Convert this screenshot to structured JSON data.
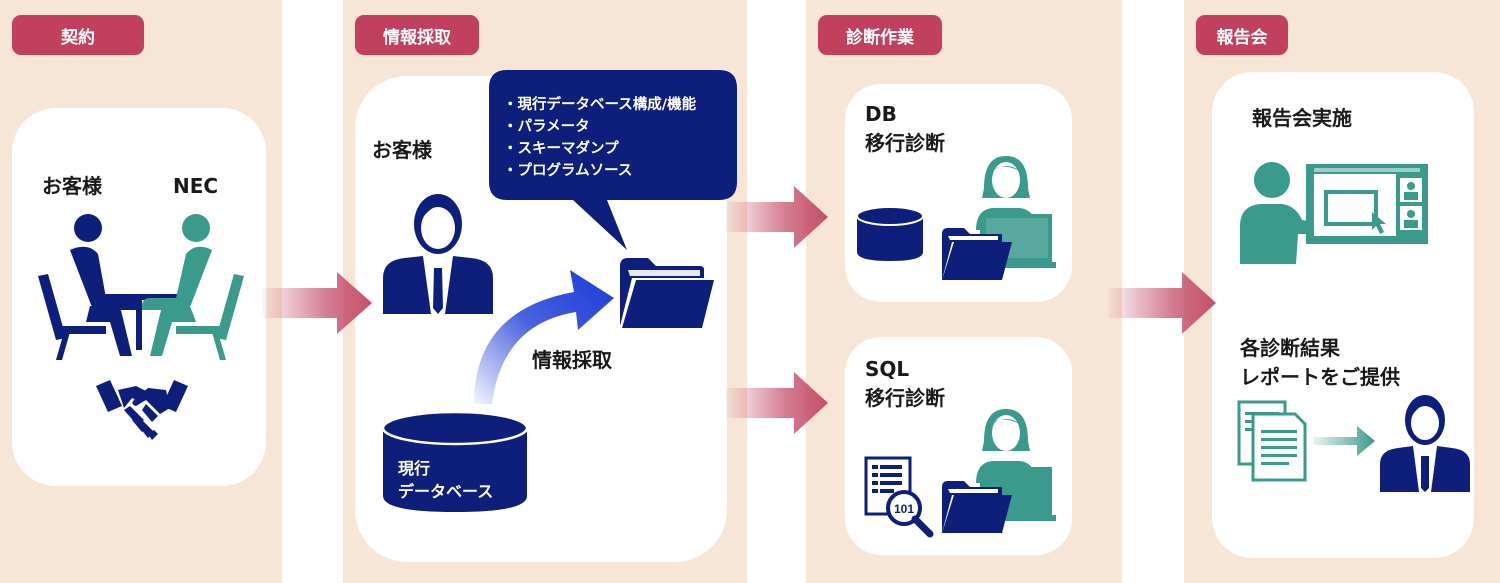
{
  "colors": {
    "column_bg": "#f7e6d6",
    "tag_bg": "#c0405e",
    "navy": "#0d1f7a",
    "teal": "#3a9a8c",
    "arrow_pink": "#c44f6a",
    "bubble": "#0d1f7a"
  },
  "stages": {
    "contract": {
      "tag": "契約",
      "customer_label": "お客様",
      "nec_label": "NEC",
      "icons": [
        "meeting-customer-icon",
        "meeting-nec-icon",
        "handshake-icon"
      ]
    },
    "collection": {
      "tag": "情報採取",
      "customer_label": "お客様",
      "bubble_items": [
        "・現行データベース構成/機能",
        "・パラメータ",
        "・スキーマダンプ",
        "・プログラムソース"
      ],
      "action_label": "情報採取",
      "db_label_line1": "現行",
      "db_label_line2": "データベース",
      "icons": [
        "businessman-icon",
        "folder-icon",
        "database-icon",
        "curved-arrow-icon"
      ]
    },
    "diagnosis": {
      "tag": "診断作業",
      "db_card": {
        "title": "DB",
        "subtitle": "移行診断"
      },
      "sql_card": {
        "title": "SQL",
        "subtitle": "移行診断"
      },
      "icons": [
        "database-icon",
        "folder-icon",
        "engineer-laptop-icon",
        "code-document-icon",
        "magnifier-binary-icon"
      ]
    },
    "report": {
      "tag": "報告会",
      "meeting_label": "報告会実施",
      "results_line1": "各診断結果",
      "results_line2": "レポートをご提供",
      "icons": [
        "presenter-screen-icon",
        "documents-icon",
        "businessman-icon"
      ]
    }
  }
}
